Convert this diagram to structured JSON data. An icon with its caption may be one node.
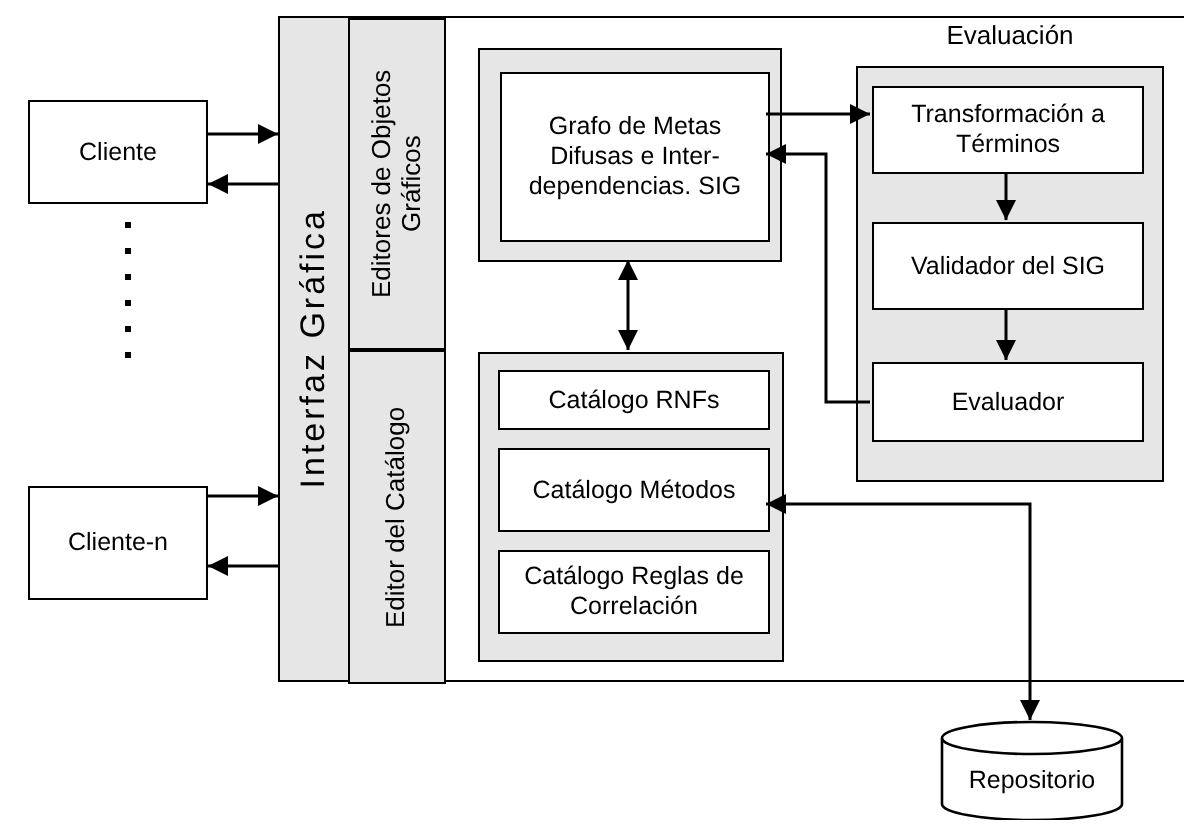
{
  "diagram": {
    "nodes": [
      {
        "text": [
          "Cliente"
        ]
      },
      {
        "text": [
          "Cliente-n"
        ]
      },
      {
        "text": [
          "Interfaz Gráfica"
        ]
      },
      {
        "text": [
          "Editores de Objetos Gráficos"
        ],
        "in": 2
      },
      {
        "text": [
          "Editor del Catálogo"
        ],
        "in": 2
      },
      {
        "text": [],
        "shape": "box",
        "in": 2
      },
      {
        "text": [
          "Grafo de Metas Difusas e Inter- dependencias. SIG"
        ],
        "in": 5
      },
      {
        "text": [],
        "shape": "box",
        "in": 2
      },
      {
        "text": [
          "Catálogo RNFs"
        ],
        "in": 7
      },
      {
        "text": [
          "Catálogo Métodos"
        ],
        "in": 7
      },
      {
        "text": [
          "Catálogo Reglas de Correlación"
        ],
        "in": 7
      },
      {
        "text": [
          "Evaluación"
        ],
        "in": 2
      },
      {
        "text": [
          "Transformación a Términos"
        ],
        "in": 11
      },
      {
        "text": [
          "Validador del SIG"
        ],
        "in": 11
      },
      {
        "text": [
          "Evaluador"
        ],
        "in": 11
      },
      {
        "text": [
          "Repositorio"
        ]
      }
    ],
    "edges": [
      {
        "from": 0,
        "to": 2,
        "arrow": "to"
      },
      {
        "from": 2,
        "to": 0,
        "arrow": "to"
      },
      {
        "from": 1,
        "to": 2,
        "arrow": "to"
      },
      {
        "from": 2,
        "to": 1,
        "arrow": "to"
      },
      {
        "from": 6,
        "to": 12,
        "arrow": "to"
      },
      {
        "from": 12,
        "to": 13,
        "arrow": "to"
      },
      {
        "from": 13,
        "to": 14,
        "arrow": "to"
      },
      {
        "from": 14,
        "to": 6,
        "arrow": "to"
      },
      {
        "from": 5,
        "to": 7,
        "arrow": "both"
      },
      {
        "from": 9,
        "to": 15,
        "arrow": "both"
      }
    ]
  }
}
